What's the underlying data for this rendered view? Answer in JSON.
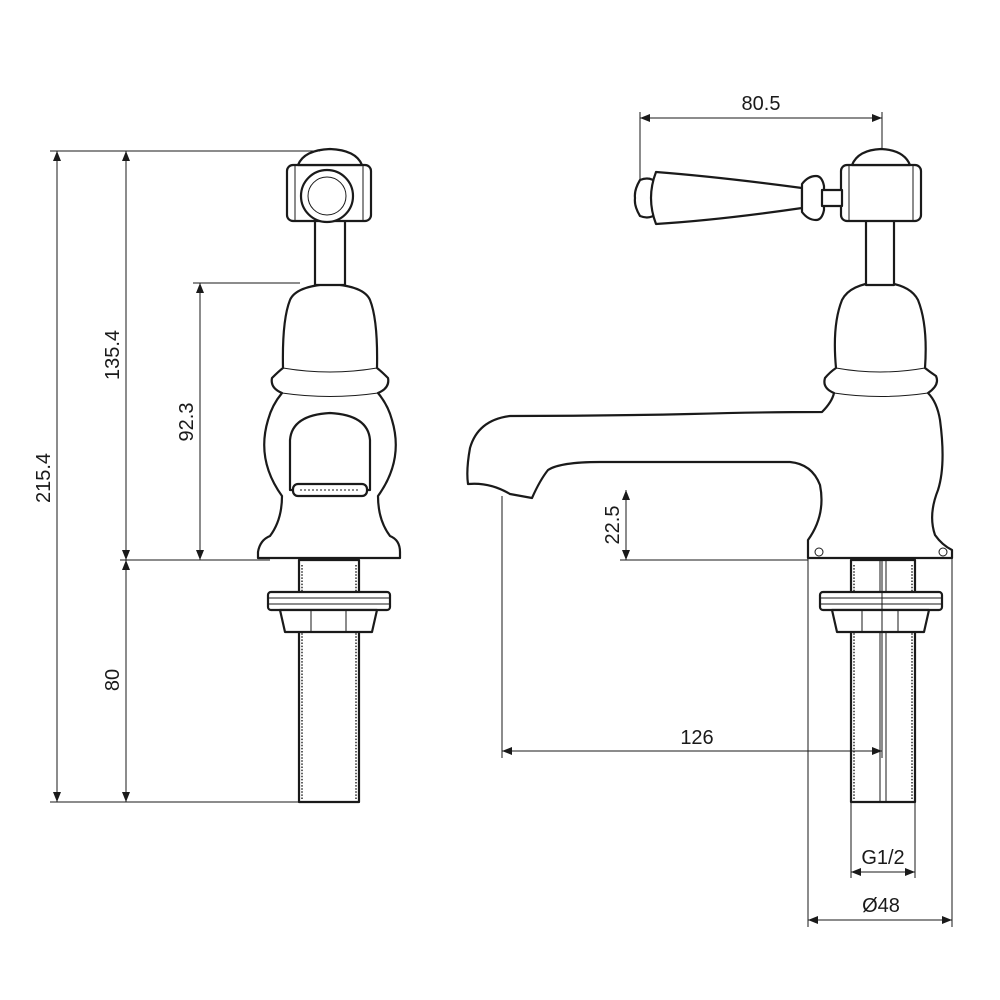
{
  "dimensions": {
    "overall_height": "215.4",
    "height_to_top": "135.4",
    "height_to_body": "92.3",
    "shank_length": "80",
    "lever_span": "80.5",
    "spout_height": "22.5",
    "spout_reach": "126",
    "thread_size": "G1/2",
    "base_diameter": "Ø48"
  },
  "colors": {
    "line": "#1a1a1a",
    "background": "#ffffff"
  }
}
